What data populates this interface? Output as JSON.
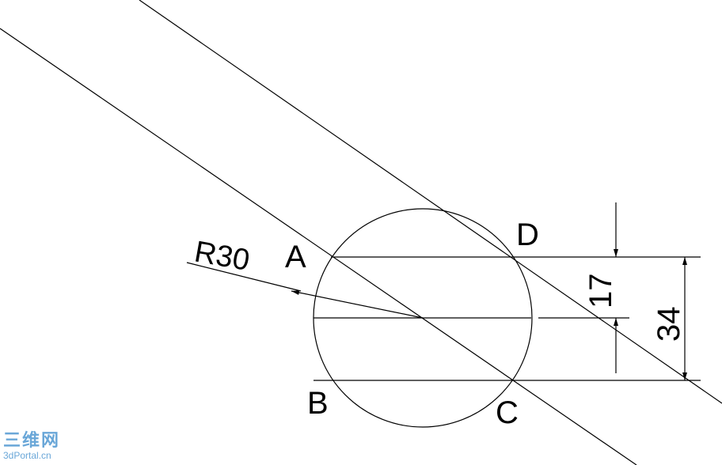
{
  "labels": {
    "radius": "R30",
    "point_a": "A",
    "point_b": "B",
    "point_c": "C",
    "point_d": "D",
    "dim_half": "17",
    "dim_full": "34"
  },
  "watermark": {
    "cn": "三维网",
    "en": "3dPortal.cn"
  },
  "colors": {
    "line": "#000000",
    "watermark": "#6aa7d8"
  }
}
